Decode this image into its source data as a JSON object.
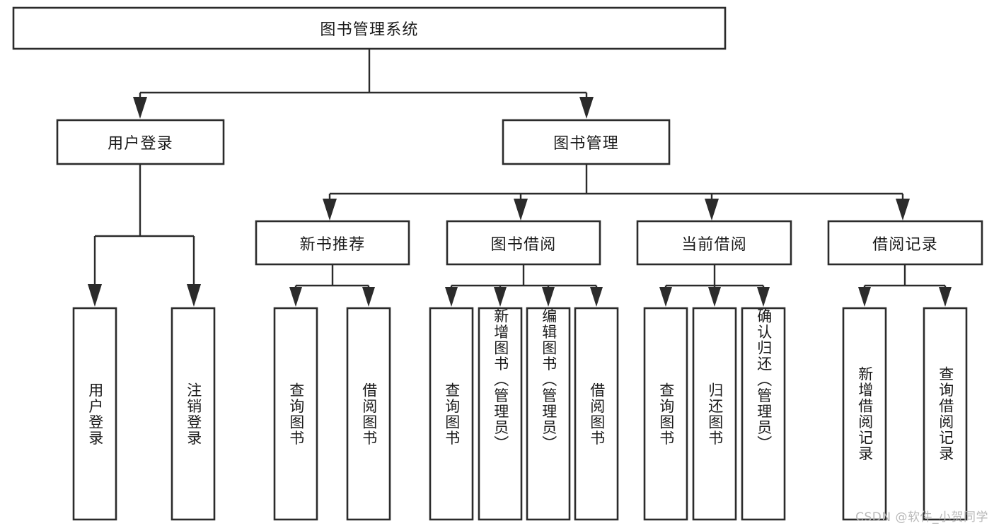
{
  "diagram": {
    "type": "hierarchy-tree",
    "title": "图书管理系统",
    "orientation": "top-down",
    "colors": {
      "box_stroke": "#2b2b2b",
      "box_fill": "#ffffff",
      "connector": "#2b2b2b",
      "text": "#1a1a1a",
      "watermark": "#b9b9b9",
      "background": "#ffffff"
    },
    "root": {
      "label": "图书管理系统",
      "orientation": "horizontal"
    },
    "level2": [
      {
        "label": "用户登录",
        "orientation": "horizontal"
      },
      {
        "label": "图书管理",
        "orientation": "horizontal"
      }
    ],
    "level3": [
      {
        "label": "新书推荐",
        "orientation": "horizontal"
      },
      {
        "label": "图书借阅",
        "orientation": "horizontal"
      },
      {
        "label": "当前借阅",
        "orientation": "horizontal"
      },
      {
        "label": "借阅记录",
        "orientation": "horizontal"
      }
    ],
    "leaves": {
      "user_login": [
        {
          "label": "用户登录",
          "orientation": "vertical"
        },
        {
          "label": "注销登录",
          "orientation": "vertical"
        }
      ],
      "new_book_recommend": [
        {
          "label": "查询图书",
          "orientation": "vertical"
        },
        {
          "label": "借阅图书",
          "orientation": "vertical"
        }
      ],
      "book_borrow": [
        {
          "label": "查询图书",
          "orientation": "vertical"
        },
        {
          "label": "新增图书（管理员）",
          "orientation": "vertical"
        },
        {
          "label": "编辑图书（管理员）",
          "orientation": "vertical"
        },
        {
          "label": "借阅图书",
          "orientation": "vertical"
        }
      ],
      "current_borrow": [
        {
          "label": "查询图书",
          "orientation": "vertical"
        },
        {
          "label": "归还图书",
          "orientation": "vertical"
        },
        {
          "label": "确认归还（管理员）",
          "orientation": "vertical"
        }
      ],
      "borrow_record": [
        {
          "label": "新增借阅记录",
          "orientation": "vertical"
        },
        {
          "label": "查询借阅记录",
          "orientation": "vertical"
        }
      ]
    },
    "watermark": "CSDN @软件_小贺同学"
  }
}
